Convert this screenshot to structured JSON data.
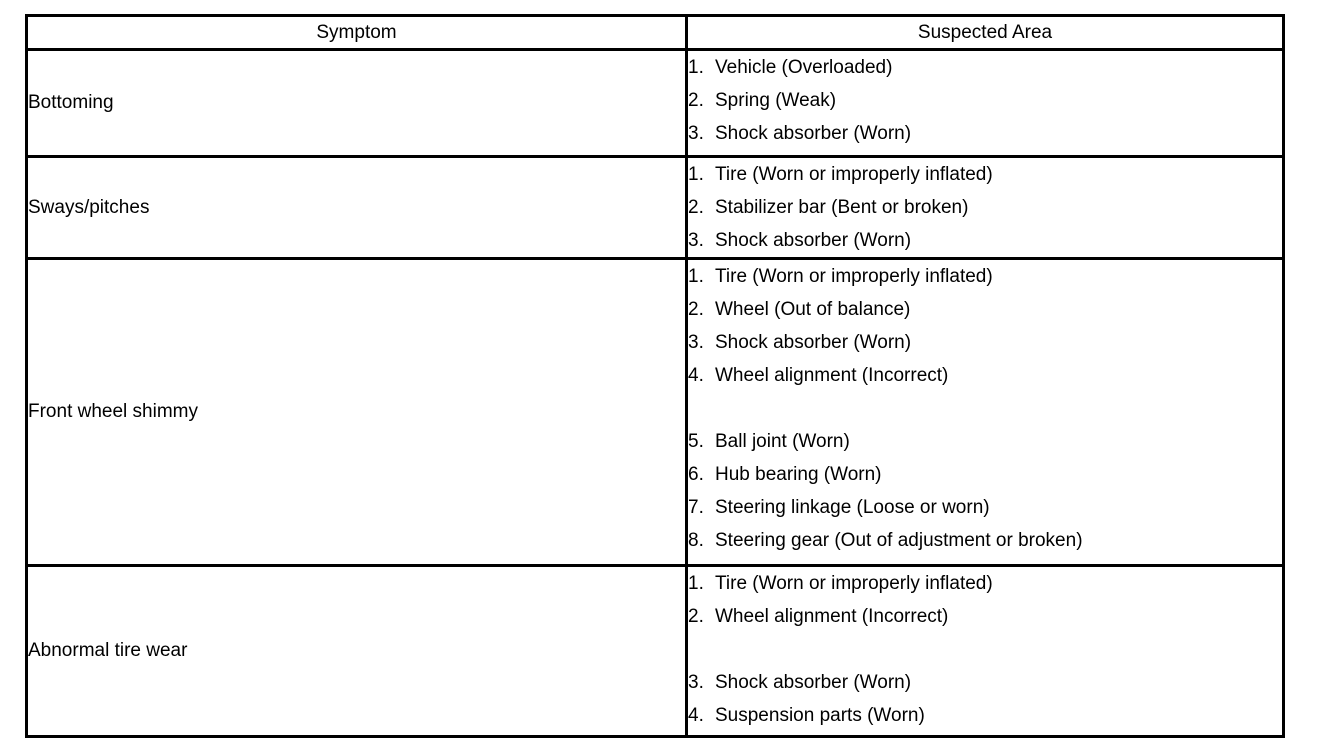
{
  "page": {
    "background": "#ffffff",
    "border_color": "#000000",
    "text_color": "#000000"
  },
  "table": {
    "headers": {
      "symptom": "Symptom",
      "suspected_area": "Suspected Area"
    },
    "rows": [
      {
        "symptom": "Bottoming",
        "areas": [
          {
            "num": "1.",
            "text": "Vehicle (Overloaded)"
          },
          {
            "num": "2.",
            "text": "Spring (Weak)"
          },
          {
            "num": "3.",
            "text": "Shock absorber (Worn)"
          }
        ]
      },
      {
        "symptom": "Sways/pitches",
        "areas": [
          {
            "num": "1.",
            "text": "Tire (Worn or improperly inflated)"
          },
          {
            "num": "2.",
            "text": "Stabilizer bar (Bent or broken)"
          },
          {
            "num": "3.",
            "text": "Shock absorber (Worn)"
          }
        ]
      },
      {
        "symptom": "Front wheel shimmy",
        "areas": [
          {
            "num": "1.",
            "text": "Tire (Worn or improperly inflated)"
          },
          {
            "num": "2.",
            "text": "Wheel (Out of balance)"
          },
          {
            "num": "3.",
            "text": "Shock absorber (Worn)"
          },
          {
            "num": "4.",
            "text": "Wheel alignment (Incorrect)"
          },
          {
            "num": "5.",
            "text": "Ball joint (Worn)"
          },
          {
            "num": "6.",
            "text": "Hub bearing (Worn)"
          },
          {
            "num": "7.",
            "text": "Steering linkage (Loose or worn)"
          },
          {
            "num": "8.",
            "text": "Steering gear (Out of adjustment or broken)"
          }
        ]
      },
      {
        "symptom": "Abnormal tire wear",
        "areas": [
          {
            "num": "1.",
            "text": "Tire (Worn or improperly inflated)"
          },
          {
            "num": "2.",
            "text": "Wheel alignment (Incorrect)"
          },
          {
            "num": "3.",
            "text": "Shock absorber (Worn)"
          },
          {
            "num": "4.",
            "text": "Suspension parts (Worn)"
          }
        ]
      }
    ]
  }
}
